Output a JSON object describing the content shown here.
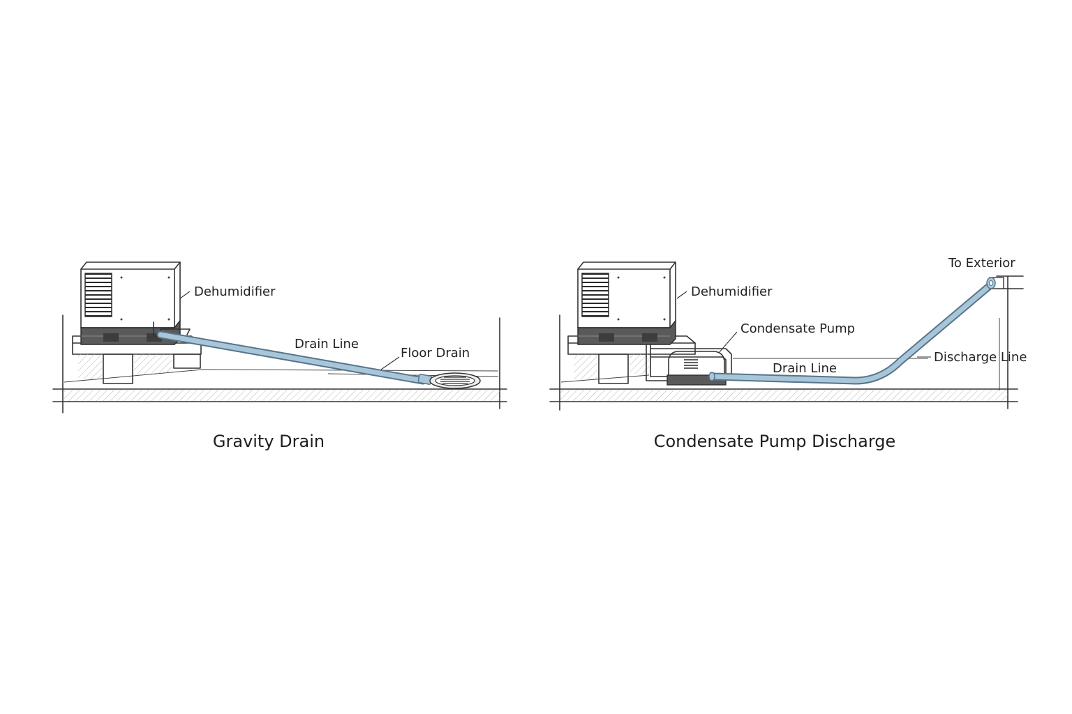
{
  "panels": [
    {
      "caption": "Gravity Drain",
      "labels": {
        "dehumidifier": "Dehumidifier",
        "drain_line": "Drain Line",
        "floor_drain": "Floor Drain"
      }
    },
    {
      "caption": "Condensate Pump Discharge",
      "labels": {
        "dehumidifier": "Dehumidifier",
        "condensate_pump": "Condensate Pump",
        "drain_line": "Drain Line",
        "discharge_line": "Discharge Line",
        "to_exterior": "To Exterior"
      }
    }
  ],
  "colors": {
    "pipe": "#a9c6d9",
    "pipe_edge": "#55758c",
    "unit_base": "#5a5a5a",
    "ink": "#333333"
  }
}
